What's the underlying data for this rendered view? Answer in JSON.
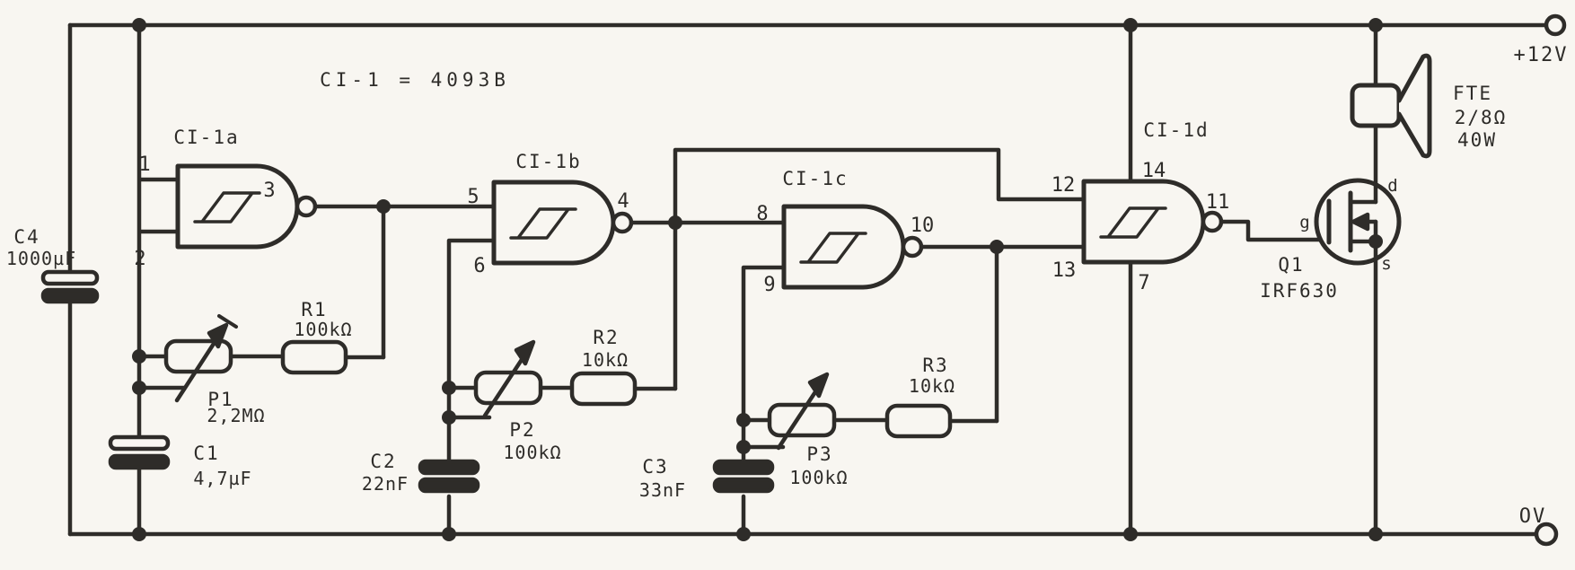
{
  "title": "CI-1 = 4093B",
  "rails": {
    "vcc": "+12V",
    "gnd": "OV"
  },
  "gates": {
    "a": {
      "name": "CI-1a",
      "in1": "1",
      "in2": "2",
      "out": "3"
    },
    "b": {
      "name": "CI-1b",
      "in1": "5",
      "in2": "6",
      "out": "4"
    },
    "c": {
      "name": "CI-1c",
      "in1": "8",
      "in2": "9",
      "out": "10"
    },
    "d": {
      "name": "CI-1d",
      "in1": "12",
      "in2": "13",
      "out": "11",
      "vdd": "14",
      "vss": "7"
    }
  },
  "parts": {
    "c4": {
      "ref": "C4",
      "value": "1000µF"
    },
    "c1": {
      "ref": "C1",
      "value": "4,7µF"
    },
    "c2": {
      "ref": "C2",
      "value": "22nF"
    },
    "c3": {
      "ref": "C3",
      "value": "33nF"
    },
    "p1": {
      "ref": "P1",
      "value": "2,2MΩ"
    },
    "p2": {
      "ref": "P2",
      "value": "100kΩ"
    },
    "p3": {
      "ref": "P3",
      "value": "100kΩ"
    },
    "r1": {
      "ref": "R1",
      "value": "100kΩ"
    },
    "r2": {
      "ref": "R2",
      "value": "10kΩ"
    },
    "r3": {
      "ref": "R3",
      "value": "10kΩ"
    },
    "q1": {
      "ref": "Q1",
      "value": "IRF630",
      "gate": "g",
      "drain": "d",
      "source": "s"
    },
    "speaker": {
      "ref": "FTE",
      "impedance": "2/8Ω",
      "power": "40W"
    }
  },
  "colors": {
    "ink": "#2e2c29",
    "paper": "#f8f6f1"
  }
}
